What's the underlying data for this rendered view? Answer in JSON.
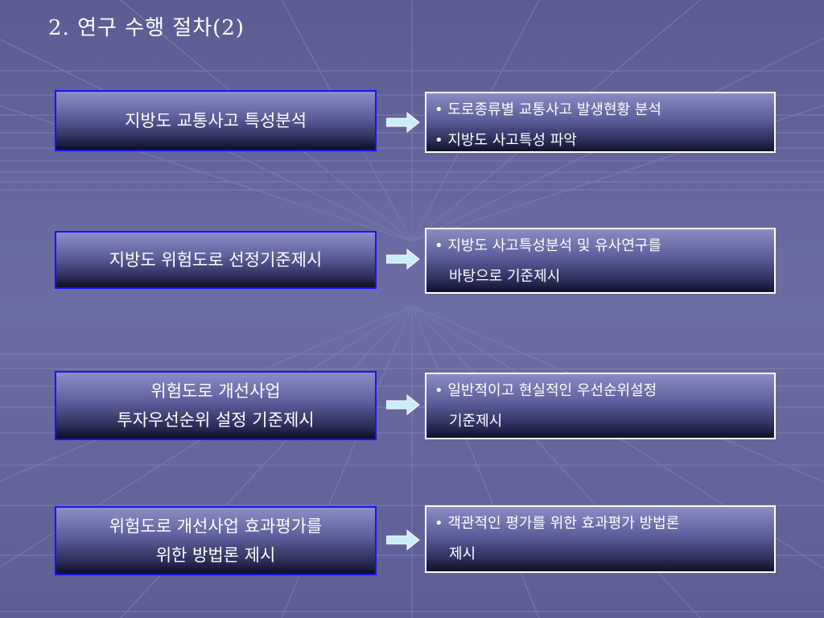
{
  "slide": {
    "title": "2. 연구 수행 절차(2)"
  },
  "steps": [
    {
      "box": [
        "지방도 교통사고 특성분석"
      ],
      "details": [
        [
          "• 도로종류별 교통사고 발생현황 분석"
        ],
        [
          "• 지방도 사고특성 파악"
        ]
      ]
    },
    {
      "box": [
        "지방도 위험도로 선정기준제시"
      ],
      "details": [
        [
          "• 지방도 사고특성분석 및 유사연구를",
          "바탕으로 기준제시"
        ]
      ]
    },
    {
      "box": [
        "위험도로 개선사업",
        "투자우선순위 설정 기준제시"
      ],
      "details": [
        [
          "• 일반적이고 현실적인 우선순위설정",
          "기준제시"
        ]
      ]
    },
    {
      "box": [
        "위험도로 개선사업 효과평가를",
        "위한 방법론 제시"
      ],
      "details": [
        [
          "• 객관적인 평가를 위한 효과평가 방법론",
          "제시"
        ]
      ]
    }
  ]
}
